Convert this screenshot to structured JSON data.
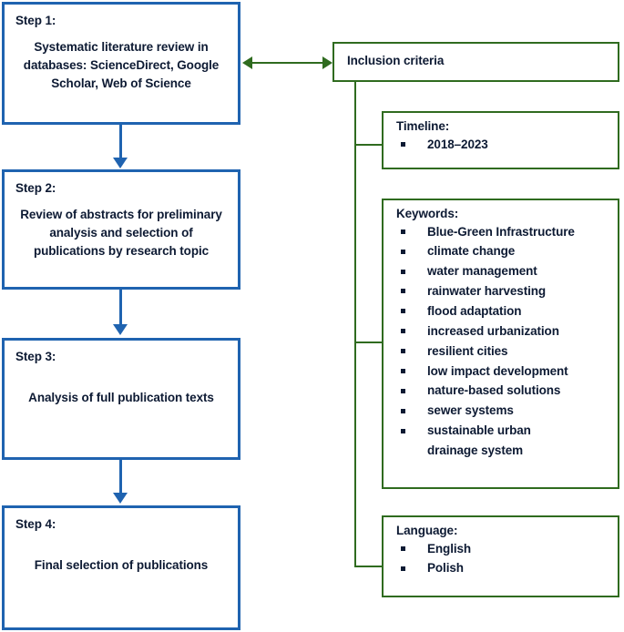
{
  "colors": {
    "step_border": "#1f63b0",
    "criteria_border": "#2f6b1f",
    "text": "#0d1a33",
    "background": "#ffffff"
  },
  "flow": {
    "steps": [
      {
        "label": "Step 1:",
        "body": "Systematic literature review in databases: ScienceDirect, Google Scholar, Web of Science"
      },
      {
        "label": "Step 2:",
        "body": "Review of abstracts for preliminary analysis and selection of publications by research topic"
      },
      {
        "label": "Step 3:",
        "body": "Analysis of full publication texts"
      },
      {
        "label": "Step 4:",
        "body": "Final selection of publications"
      }
    ]
  },
  "criteria": {
    "header": "Inclusion criteria",
    "groups": [
      {
        "title": "Timeline:",
        "items": [
          "2018–2023"
        ]
      },
      {
        "title": "Keywords:",
        "items": [
          "Blue-Green Infrastructure",
          "climate change",
          "water management",
          "rainwater harvesting",
          "flood adaptation",
          "increased urbanization",
          "resilient cities",
          "low impact development",
          "nature-based solutions",
          "sewer systems",
          "sustainable urban\ndrainage system"
        ]
      },
      {
        "title": "Language:",
        "items": [
          "English",
          "Polish"
        ]
      }
    ]
  }
}
